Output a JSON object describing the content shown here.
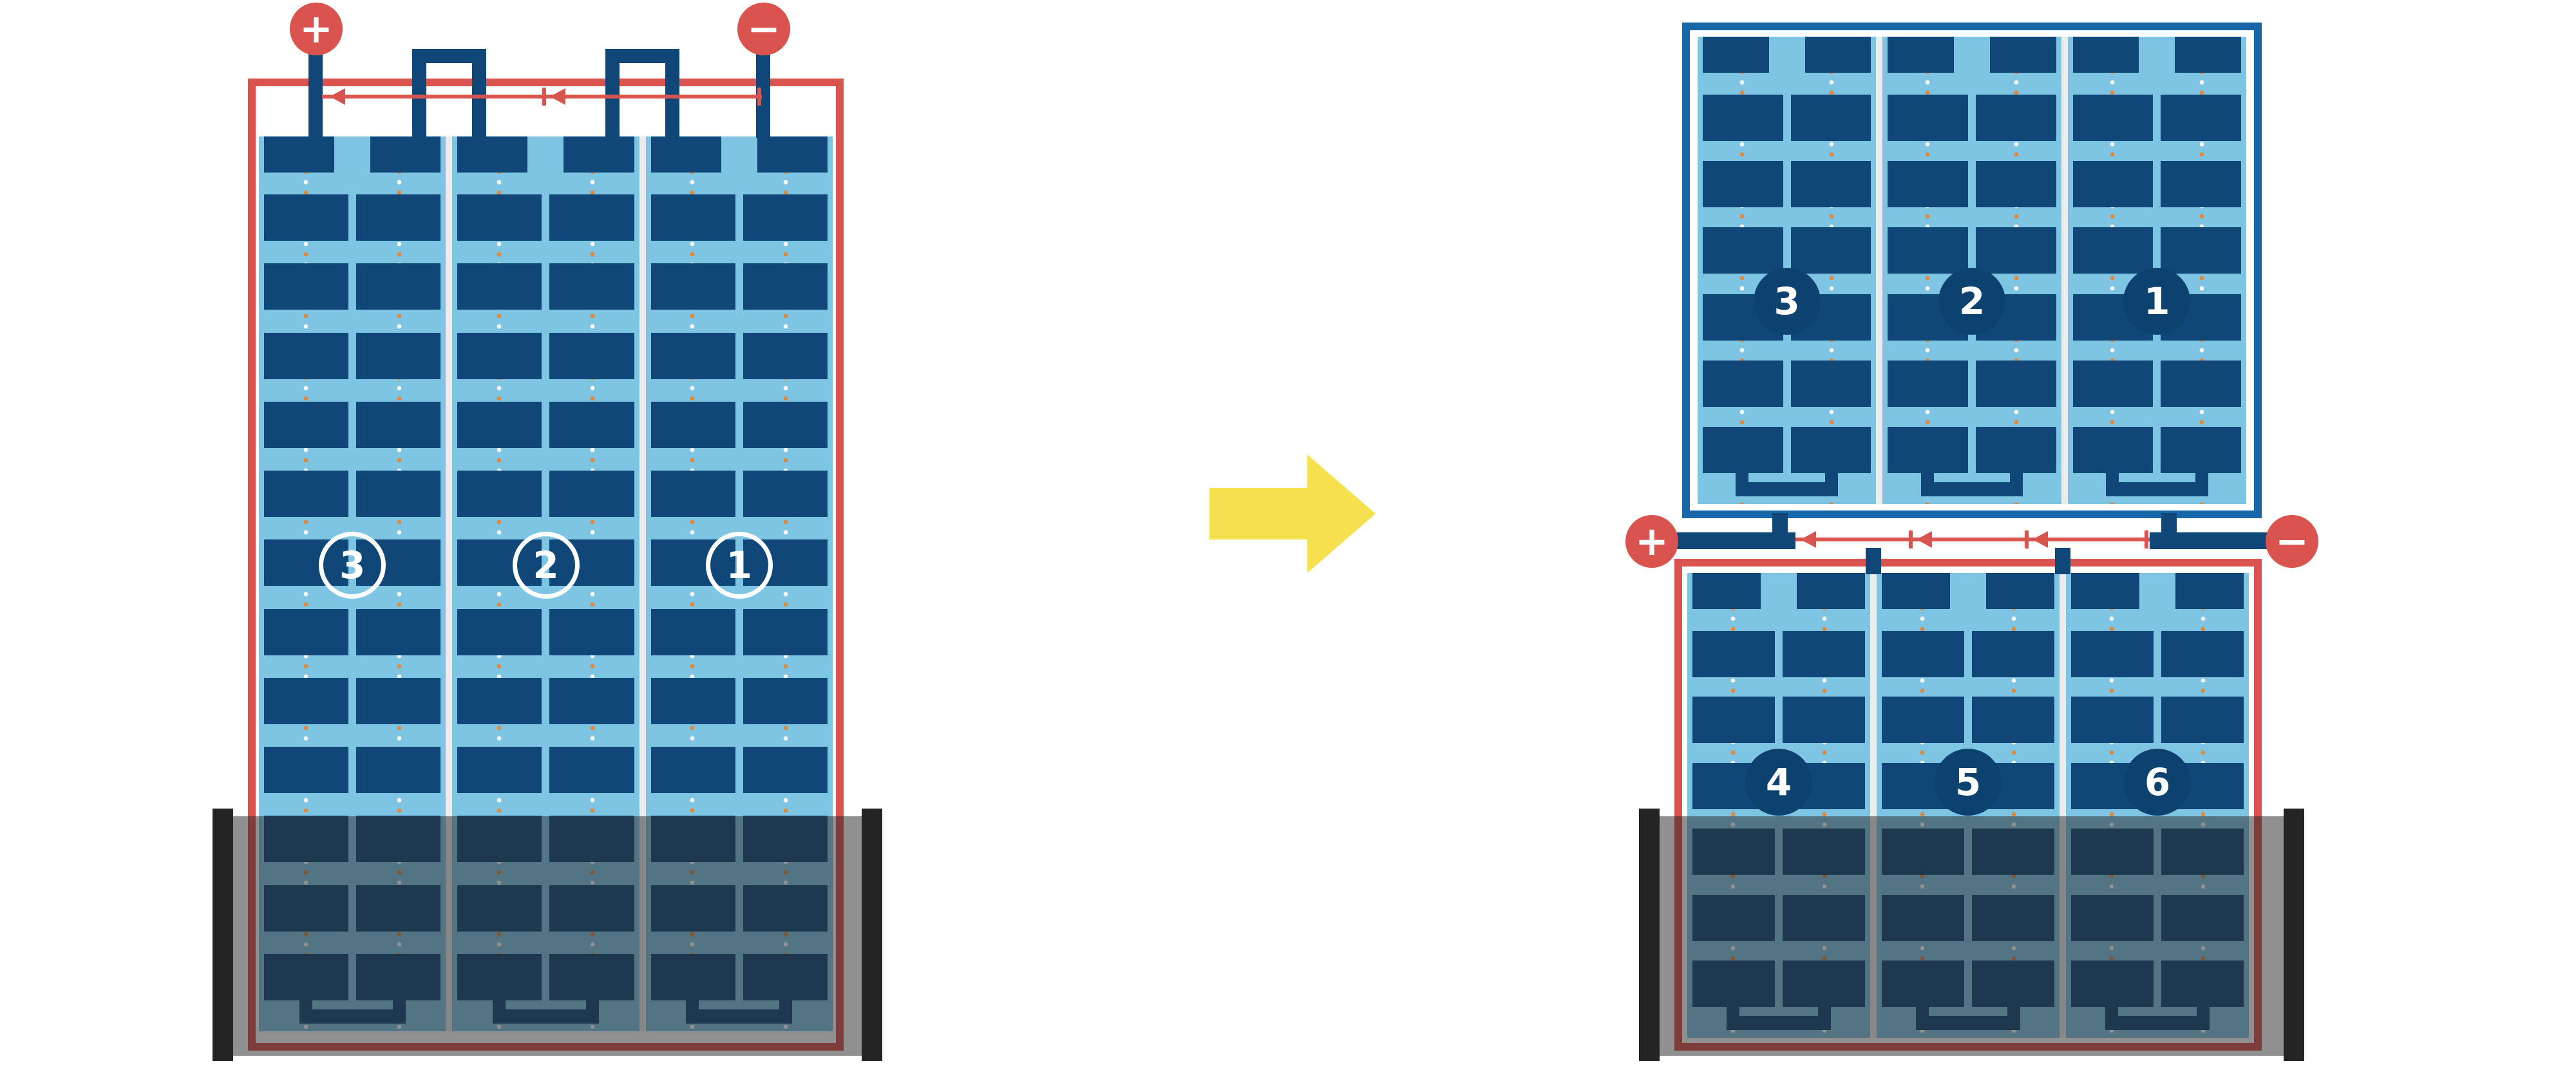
{
  "figure": {
    "left_diagram": {
      "panel_numbers": [
        "3",
        "2",
        "1"
      ],
      "positive_terminal": "+",
      "negative_terminal": "−"
    },
    "right_diagram": {
      "top_panel_numbers": [
        "3",
        "2",
        "1"
      ],
      "bottom_panel_numbers": [
        "4",
        "5",
        "6"
      ],
      "positive_terminal": "+",
      "negative_terminal": "−"
    },
    "colors": {
      "red": "#D9534F",
      "cell_navy": "#0F4878",
      "circle_navy": "#0D426F",
      "panel_blue": "#7EC5E4",
      "frame_blue": "#1767A8",
      "arrow_yellow": "#F5E04E",
      "dot_orange": "#E0883C",
      "flood_overlay": "rgba(42,42,42,0.52)",
      "end_bar_black": "#242424"
    }
  }
}
